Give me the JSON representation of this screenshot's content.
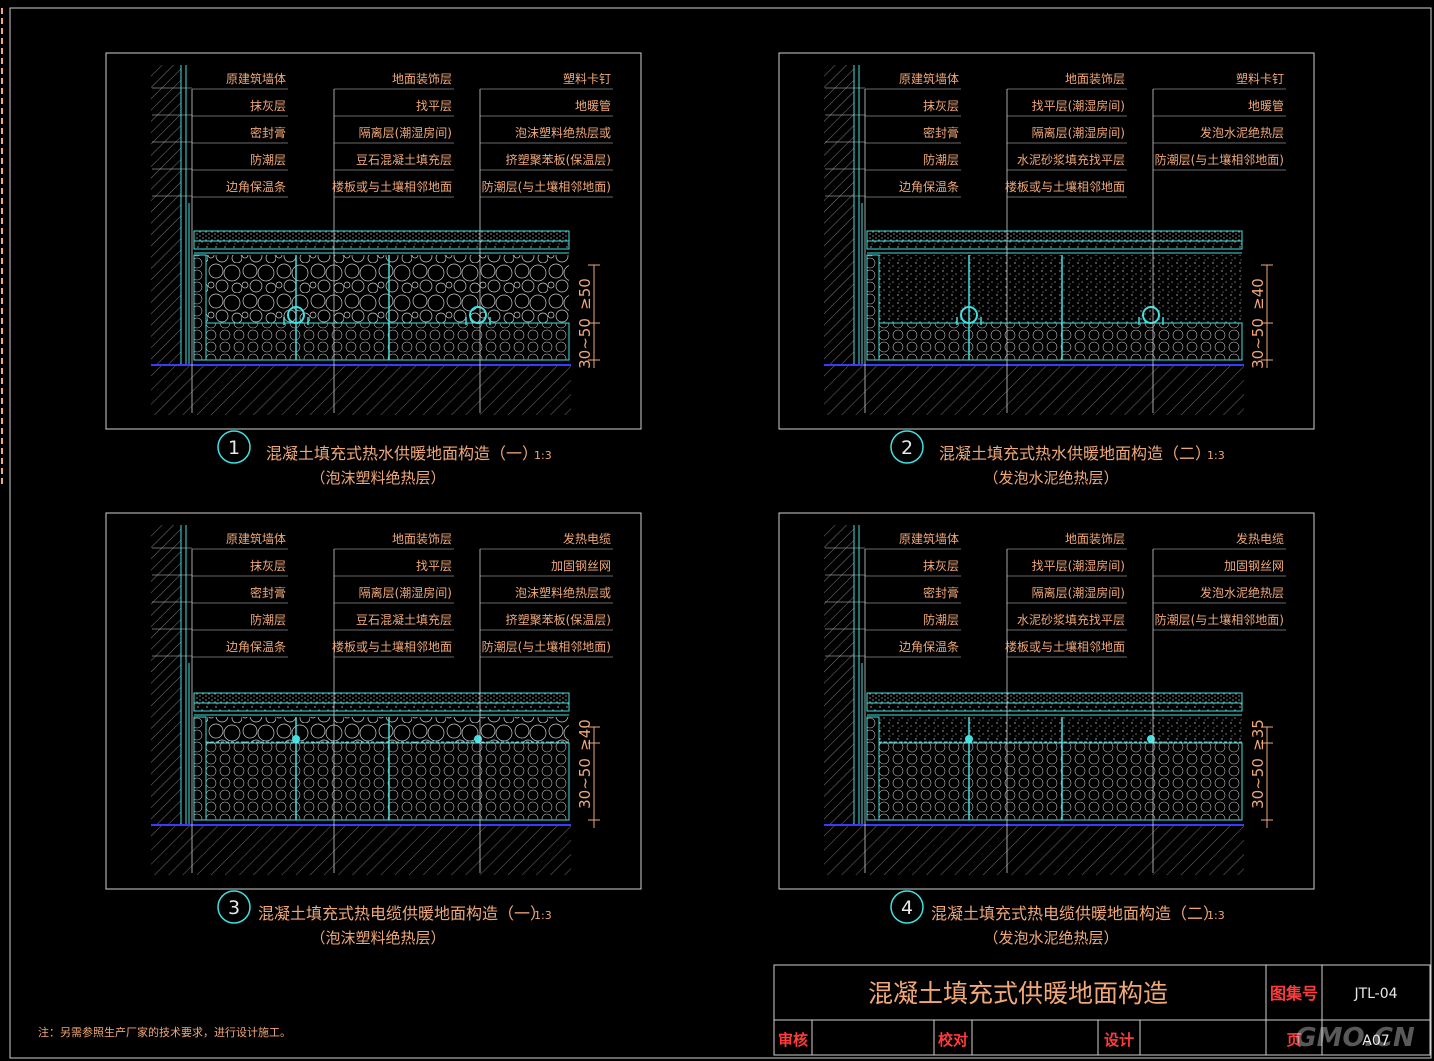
{
  "details": [
    {
      "number": "1",
      "title": "混凝土填充式热水供暖地面构造（一）",
      "scale": "1:3",
      "subtitle": "（泡沫塑料绝热层）",
      "labels_left": [
        "原建筑墙体",
        "抹灰层",
        "密封膏",
        "防潮层",
        "边角保温条"
      ],
      "labels_mid": [
        "地面装饰层",
        "找平层",
        "隔离层(潮湿房间)",
        "豆石混凝土填充层",
        "楼板或与土壤相邻地面"
      ],
      "labels_right": [
        "塑料卡钉",
        "地暖管",
        "泡沫塑料绝热层或",
        "挤塑聚苯板(保温层)",
        "防潮层(与土壤相邻地面)"
      ],
      "dims": [
        "≥50",
        "30~50"
      ],
      "variant": "pipe-pebble"
    },
    {
      "number": "2",
      "title": "混凝土填充式热水供暖地面构造（二）",
      "scale": "1:3",
      "subtitle": "（发泡水泥绝热层）",
      "labels_left": [
        "原建筑墙体",
        "抹灰层",
        "密封膏",
        "防潮层",
        "边角保温条"
      ],
      "labels_mid": [
        "地面装饰层",
        "找平层(潮湿房间)",
        "隔离层(潮湿房间)",
        "水泥砂浆填充找平层",
        "楼板或与土壤相邻地面"
      ],
      "labels_right": [
        "塑料卡钉",
        "地暖管",
        "发泡水泥绝热层",
        "防潮层(与土壤相邻地面)"
      ],
      "dims": [
        "≥40",
        "30~50"
      ],
      "variant": "pipe-mortar"
    },
    {
      "number": "3",
      "title": "混凝土填充式热电缆供暖地面构造（一）",
      "scale": "1:3",
      "subtitle": "（泡沫塑料绝热层）",
      "labels_left": [
        "原建筑墙体",
        "抹灰层",
        "密封膏",
        "防潮层",
        "边角保温条"
      ],
      "labels_mid": [
        "地面装饰层",
        "找平层",
        "隔离层(潮湿房间)",
        "豆石混凝土填充层",
        "楼板或与土壤相邻地面"
      ],
      "labels_right": [
        "发热电缆",
        "加固钢丝网",
        "泡沫塑料绝热层或",
        "挤塑聚苯板(保温层)",
        "防潮层(与土壤相邻地面)"
      ],
      "dims": [
        "≥40",
        "30~50"
      ],
      "variant": "cable-pebble"
    },
    {
      "number": "4",
      "title": "混凝土填充式热电缆供暖地面构造（二）",
      "scale": "1:3",
      "subtitle": "（发泡水泥绝热层）",
      "labels_left": [
        "原建筑墙体",
        "抹灰层",
        "密封膏",
        "防潮层",
        "边角保温条"
      ],
      "labels_mid": [
        "地面装饰层",
        "找平层(潮湿房间)",
        "隔离层(潮湿房间)",
        "水泥砂浆填充找平层",
        "楼板或与土壤相邻地面"
      ],
      "labels_right": [
        "发热电缆",
        "加固钢丝网",
        "发泡水泥绝热层",
        "防潮层(与土壤相邻地面)"
      ],
      "dims": [
        "≥35",
        "30~50"
      ],
      "variant": "cable-mortar"
    }
  ],
  "title_block": {
    "drawing_title": "混凝土填充式供暖地面构造",
    "atlas_label": "图集号",
    "atlas_no": "JTL-04",
    "review_label": "审核",
    "check_label": "校对",
    "design_label": "设计",
    "page_label": "页",
    "page_no": "A07"
  },
  "note": "注：另需参照生产厂家的技术要求，进行设计施工。",
  "watermark": "GMO.CN",
  "colors": {
    "background": "#000000",
    "frame": "#d0d0d0",
    "annotation": "#f0a878",
    "layer_line": "#40e0e0",
    "slab_hatch": "#a0a0a0",
    "base_line": "#3a3aff",
    "title_red": "#ff3b3b",
    "detail_circle": "#40e0e0"
  }
}
